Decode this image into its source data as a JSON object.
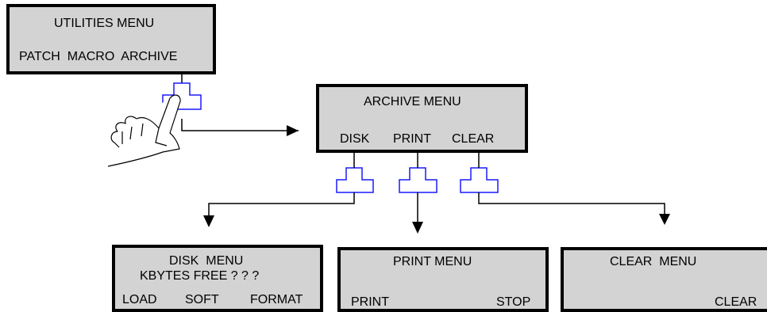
{
  "utilities": {
    "title": "UTILITIES MENU",
    "soft_keys": "PATCH  MACRO  ARCHIVE"
  },
  "archive": {
    "title": "ARCHIVE MENU",
    "keys": [
      "DISK",
      "PRINT",
      "CLEAR"
    ]
  },
  "disk": {
    "title": "DISK  MENU",
    "line2": "KBYTES FREE ? ? ?",
    "keys": [
      "LOAD",
      "SOFT",
      "FORMAT"
    ]
  },
  "print": {
    "title": "PRINT MENU",
    "keys": [
      "PRINT",
      "STOP"
    ]
  },
  "clear": {
    "title": "CLEAR  MENU",
    "keys": [
      "CLEAR"
    ]
  },
  "colors": {
    "lcd_bg": "#d3d3d3",
    "key_outline": "#1a1aff",
    "line": "#000000"
  }
}
